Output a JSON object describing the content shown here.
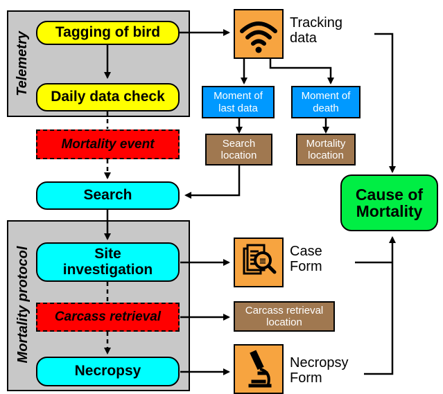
{
  "panels": {
    "telemetry": "Telemetry",
    "mortality_protocol": "Mortality protocol"
  },
  "steps": {
    "tagging": "Tagging of bird",
    "daily_check": "Daily data check",
    "mortality_event": "Mortality event",
    "search": "Search",
    "site_investigation": "Site\ninvestigation",
    "carcass_retrieval": "Carcass retrieval",
    "necropsy": "Necropsy"
  },
  "outputs": {
    "tracking_data": "Tracking\ndata",
    "moment_last_data": "Moment of\nlast data",
    "moment_death": "Moment of\ndeath",
    "search_location": "Search\nlocation",
    "mortality_location": "Mortality\nlocation",
    "case_form": "Case\nForm",
    "carcass_location": "Carcass retrieval\nlocation",
    "necropsy_form": "Necropsy\nForm"
  },
  "result": {
    "cause": "Cause of\nMortality"
  },
  "icons": {
    "tracking": "wifi-signal-icon",
    "case_form": "document-search-icon",
    "necropsy_form": "microscope-icon"
  },
  "colors": {
    "panel": "#c8c8c8",
    "yellow": "#ffff00",
    "cyan": "#00ffff",
    "red": "#ff0000",
    "blue": "#0099ff",
    "brown": "#a07850",
    "orange": "#f7a440",
    "green": "#00ee44"
  }
}
